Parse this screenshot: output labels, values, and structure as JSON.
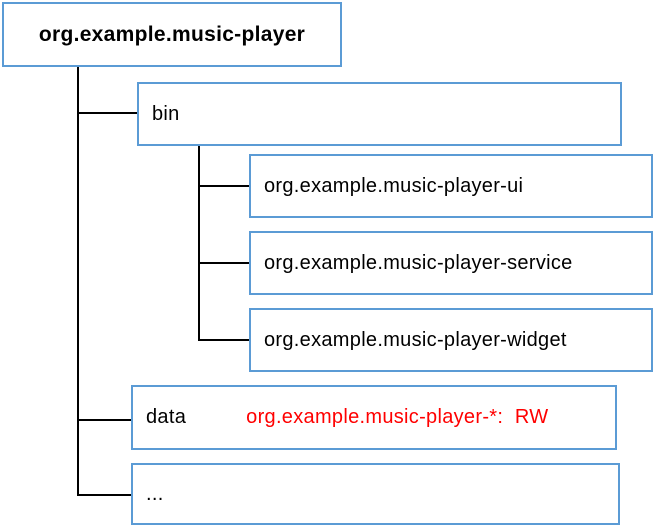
{
  "diagram": {
    "title_box": {
      "label": "org.example.music-player"
    },
    "bin_box": {
      "label": "bin"
    },
    "bin_children": [
      {
        "label": "org.example.music-player-ui"
      },
      {
        "label": "org.example.music-player-service"
      },
      {
        "label": "org.example.music-player-widget"
      }
    ],
    "data_box": {
      "label": "data",
      "annotation": "org.example.music-player-*:  RW"
    },
    "ellipsis_box": {
      "label": "..."
    }
  },
  "colors": {
    "box_border": "#5b9bd5",
    "connector_line": "#000000",
    "text": "#000000",
    "annotation_red": "#ff0000"
  }
}
